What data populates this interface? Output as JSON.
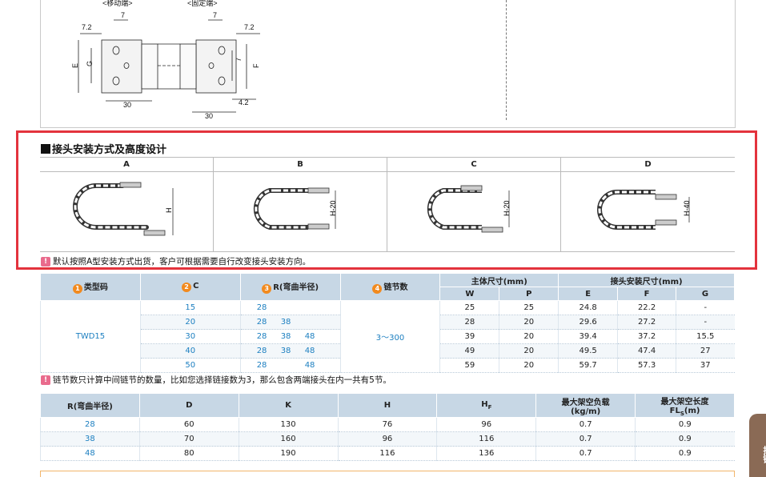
{
  "top_drawing": {
    "label_moving": "<移动端>",
    "label_fixed": "<固定端>",
    "dims": {
      "d7_left": "7",
      "d7_right": "7",
      "d72_left": "7.2",
      "d72_right": "7.2",
      "e": "E",
      "g": "G",
      "f": "F",
      "d7_side": "7",
      "d30_left": "30",
      "d42": "4.2",
      "d30_bottom": "30"
    }
  },
  "mount_section": {
    "title": "接头安装方式及高度设计",
    "columns": [
      {
        "label": "A",
        "dim": "H"
      },
      {
        "label": "B",
        "dim": "H-20"
      },
      {
        "label": "C",
        "dim": "H-20"
      },
      {
        "label": "D",
        "dim": "H-40"
      }
    ],
    "note_icon": "!",
    "note": "默认按照A型安装方式出货，客户可根据需要自行改变接头安装方向。"
  },
  "spec_table": {
    "headers": {
      "type_code_num": "1",
      "type_code": "类型码",
      "c_num": "2",
      "c": "C",
      "r_num": "3",
      "r": "R(弯曲半径)",
      "links_num": "4",
      "links": "链节数",
      "main_size": "主体尺寸(mm)",
      "joint_size": "接头安装尺寸(mm)",
      "w": "W",
      "p": "P",
      "e": "E",
      "f": "F",
      "g": "G"
    },
    "type_code": "TWD15",
    "links": "3～300",
    "rows": [
      {
        "c": "15",
        "r": [
          "28",
          "",
          ""
        ],
        "w": "25",
        "p": "25",
        "e": "24.8",
        "f": "22.2",
        "g": "-"
      },
      {
        "c": "20",
        "r": [
          "28",
          "38",
          ""
        ],
        "w": "28",
        "p": "20",
        "e": "29.6",
        "f": "27.2",
        "g": "-"
      },
      {
        "c": "30",
        "r": [
          "28",
          "38",
          "48"
        ],
        "w": "39",
        "p": "20",
        "e": "39.4",
        "f": "37.2",
        "g": "15.5"
      },
      {
        "c": "40",
        "r": [
          "28",
          "38",
          "48"
        ],
        "w": "49",
        "p": "20",
        "e": "49.5",
        "f": "47.4",
        "g": "27"
      },
      {
        "c": "50",
        "r": [
          "28",
          "",
          "48"
        ],
        "w": "59",
        "p": "20",
        "e": "59.7",
        "f": "57.3",
        "g": "37"
      }
    ],
    "note_icon": "!",
    "note": "链节数只计算中间链节的数量，比如您选择链接数为3，那么包含两端接头在内一共有5节。"
  },
  "load_table": {
    "headers": {
      "r": "R(弯曲半径)",
      "d": "D",
      "k": "K",
      "h": "H",
      "hf": "H",
      "hf_sub": "F",
      "max_load": "最大架空负载",
      "max_load_unit": "(kg/m)",
      "max_len": "最大架空长度",
      "max_len_fl": "FL",
      "max_len_sub": "S",
      "max_len_unit": "(m)"
    },
    "rows": [
      {
        "r": "28",
        "d": "60",
        "k": "130",
        "h": "76",
        "hf": "96",
        "load": "0.7",
        "len": "0.9"
      },
      {
        "r": "38",
        "d": "70",
        "k": "160",
        "h": "96",
        "hf": "116",
        "load": "0.7",
        "len": "0.9"
      },
      {
        "r": "48",
        "d": "80",
        "k": "190",
        "h": "116",
        "hf": "136",
        "load": "0.7",
        "len": "0.9"
      }
    ]
  },
  "side_tab": {
    "text": "拖链"
  }
}
